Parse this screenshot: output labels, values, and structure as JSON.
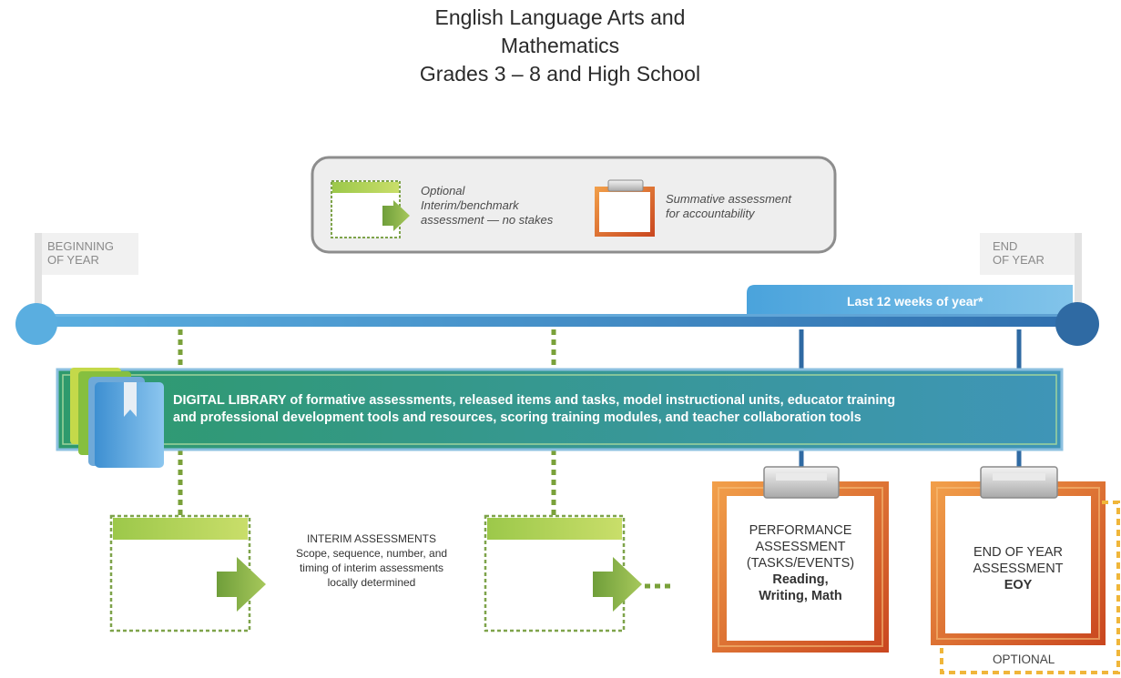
{
  "title": {
    "line1": "English Language Arts and",
    "line2": "Mathematics",
    "line3": "Grades 3 – 8 and High School"
  },
  "legend": {
    "interim_line1": "Optional",
    "interim_line2": "Interim/benchmark",
    "interim_line3": "assessment — no stakes",
    "summative_line1": "Summative assessment",
    "summative_line2": "for accountability"
  },
  "timeline": {
    "begin_line1": "BEGINNING",
    "begin_line2": "OF YEAR",
    "end_line1": "END",
    "end_line2": "OF YEAR",
    "last_weeks": "Last 12 weeks of year*"
  },
  "library": {
    "line1": "DIGITAL LIBRARY of formative assessments, released items and tasks, model instructional units, educator training",
    "line2": "and professional development tools and resources, scoring training modules, and teacher collaboration tools"
  },
  "interim": {
    "line1": "INTERIM ASSESSMENTS",
    "line2": "Scope, sequence, number, and",
    "line3": "timing of interim assessments",
    "line4": "locally determined"
  },
  "performance": {
    "line1": "PERFORMANCE",
    "line2": "ASSESSMENT",
    "line3": "(TASKS/EVENTS)",
    "line4": "Reading,",
    "line5": "Writing, Math"
  },
  "eoy": {
    "line1": "END OF YEAR",
    "line2": "ASSESSMENT",
    "line3": "EOY",
    "optional": "OPTIONAL"
  },
  "colors": {
    "timeline_blue": "#3b7fc0",
    "light_blue": "#6db4e3",
    "library_green": "#2f9b7a",
    "interim_green": "#7fb441",
    "summative_orange": "#d8642a",
    "optional_gold": "#f0b63a"
  }
}
